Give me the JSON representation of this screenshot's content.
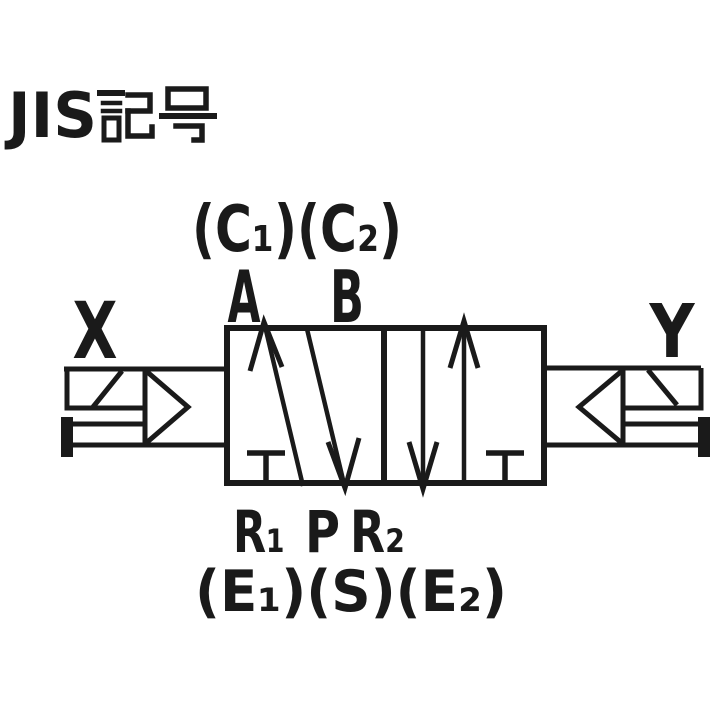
{
  "page": {
    "background": "#ffffff",
    "ink": "#1a1a1a"
  },
  "header": {
    "title": "JIS記号",
    "title_latin": "JIS",
    "title_kanji": "記号"
  },
  "diagram": {
    "type": "pneumatic-5-port-valve-jis-symbol",
    "pilot_labels": {
      "left": "X",
      "right": "Y"
    },
    "top_ports": {
      "parenthetical": "(C₁)(C₂)",
      "a": "A",
      "b": "B"
    },
    "bottom_ports": {
      "r1": "R₁",
      "p": "P",
      "r2": "R₂",
      "parenthetical": "(E₁)(S)(E₂)"
    }
  }
}
